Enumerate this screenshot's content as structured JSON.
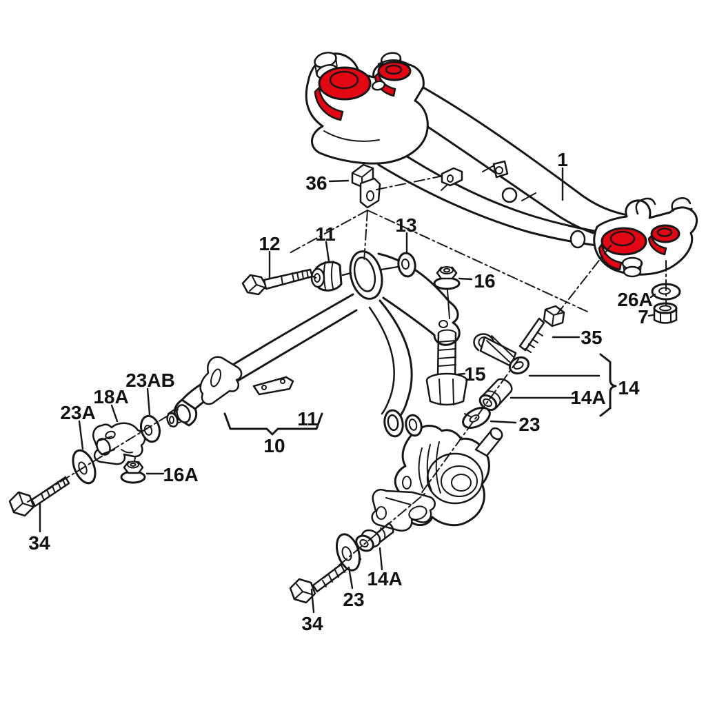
{
  "diagram": {
    "background_color": "#ffffff",
    "line_color": "#161616",
    "highlight_color": "#e30613",
    "callouts": [
      {
        "id": "1",
        "text": "1"
      },
      {
        "id": "36",
        "text": "36"
      },
      {
        "id": "12",
        "text": "12"
      },
      {
        "id": "11-top",
        "text": "11"
      },
      {
        "id": "13",
        "text": "13"
      },
      {
        "id": "16",
        "text": "16"
      },
      {
        "id": "26a",
        "text": "26A"
      },
      {
        "id": "7",
        "text": "7"
      },
      {
        "id": "35",
        "text": "35"
      },
      {
        "id": "15",
        "text": "15"
      },
      {
        "id": "14a-right",
        "text": "14A"
      },
      {
        "id": "14",
        "text": "14"
      },
      {
        "id": "23-right",
        "text": "23"
      },
      {
        "id": "23ab",
        "text": "23AB"
      },
      {
        "id": "18a",
        "text": "18A"
      },
      {
        "id": "23a",
        "text": "23A"
      },
      {
        "id": "16a",
        "text": "16A"
      },
      {
        "id": "34-left",
        "text": "34"
      },
      {
        "id": "10",
        "text": "10"
      },
      {
        "id": "11-arm",
        "text": "11"
      },
      {
        "id": "23-bottom",
        "text": "23"
      },
      {
        "id": "14a-bottom",
        "text": "14A"
      },
      {
        "id": "34-bottom",
        "text": "34"
      }
    ]
  }
}
